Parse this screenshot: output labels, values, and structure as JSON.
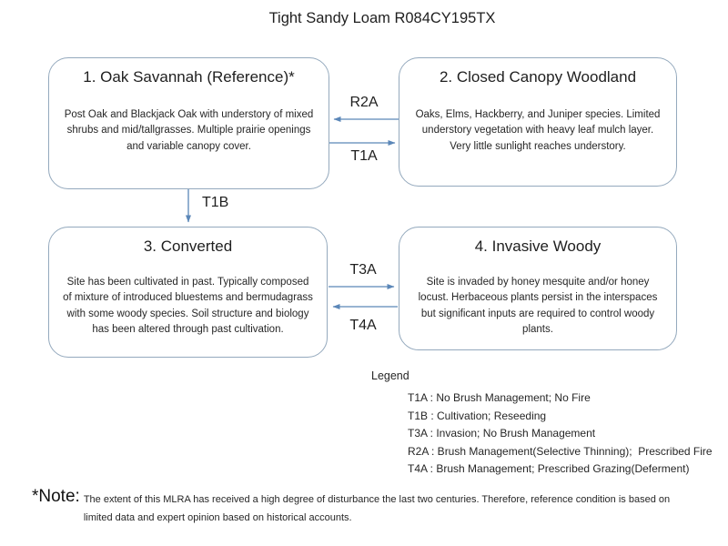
{
  "title": "Tight Sandy Loam R084CY195TX",
  "boxes": [
    {
      "heading": "1. Oak Savannah (Reference)*",
      "body": "Post Oak and Blackjack Oak with understory of mixed shrubs and mid/tallgrasses. Multiple prairie openings and variable canopy cover."
    },
    {
      "heading": "2. Closed Canopy Woodland",
      "body": "Oaks, Elms, Hackberry, and Juniper species. Limited understory vegetation with heavy leaf mulch layer. Very little sunlight reaches understory."
    },
    {
      "heading": "3. Converted",
      "body": "Site has been cultivated in past. Typically composed of mixture of introduced bluestems and bermudagrass with some woody species. Soil structure and biology has been altered through past cultivation."
    },
    {
      "heading": "4. Invasive Woody",
      "body": "Site is invaded by honey mesquite and/or honey locust. Herbaceous plants persist in the interspaces but significant inputs are required to control woody plants."
    }
  ],
  "transitions": [
    {
      "label": "R2A",
      "from": "2",
      "to": "1",
      "direction": "left"
    },
    {
      "label": "T1A",
      "from": "1",
      "to": "2",
      "direction": "right"
    },
    {
      "label": "T1B",
      "from": "1",
      "to": "3",
      "direction": "down"
    },
    {
      "label": "T3A",
      "from": "3",
      "to": "4",
      "direction": "right"
    },
    {
      "label": "T4A",
      "from": "4",
      "to": "3",
      "direction": "left"
    }
  ],
  "legend": {
    "title": "Legend",
    "items": [
      "T1A : No Brush Management; No Fire",
      "T1B : Cultivation; Reseeding",
      "T3A : Invasion; No Brush Management",
      "R2A : Brush Management(Selective Thinning);  Prescribed Fire",
      "T4A : Brush Management; Prescribed Grazing(Deferment)"
    ]
  },
  "note": {
    "prefix": "*Note:",
    "text": "The extent of this MLRA has received a high degree of disturbance the last two centuries. Therefore, reference condition is based on limited data and expert opinion based on historical accounts."
  },
  "colors": {
    "box_border": "#94a9bd",
    "arrow": "#5b87b8",
    "text": "#262626"
  }
}
